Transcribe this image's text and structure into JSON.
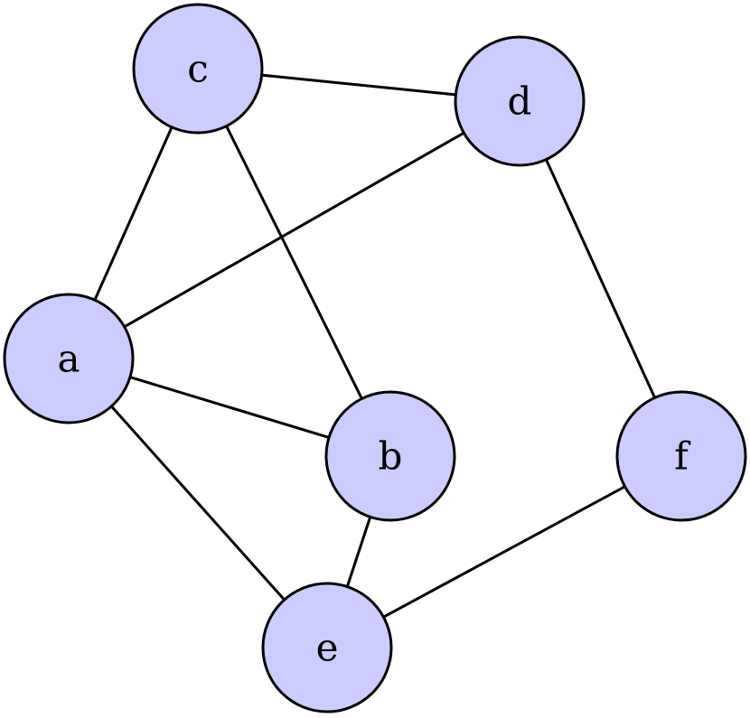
{
  "diagram": {
    "type": "undirected-graph",
    "node_fill": "#ccccff",
    "node_stroke": "#000000",
    "edge_color": "#000000",
    "nodes": [
      {
        "id": "a",
        "label": "a"
      },
      {
        "id": "b",
        "label": "b"
      },
      {
        "id": "c",
        "label": "c"
      },
      {
        "id": "d",
        "label": "d"
      },
      {
        "id": "e",
        "label": "e"
      },
      {
        "id": "f",
        "label": "f"
      }
    ],
    "edges": [
      {
        "from": "c",
        "to": "d"
      },
      {
        "from": "c",
        "to": "a"
      },
      {
        "from": "c",
        "to": "b"
      },
      {
        "from": "d",
        "to": "a"
      },
      {
        "from": "d",
        "to": "f"
      },
      {
        "from": "a",
        "to": "b"
      },
      {
        "from": "a",
        "to": "e"
      },
      {
        "from": "b",
        "to": "e"
      },
      {
        "from": "f",
        "to": "e"
      }
    ]
  }
}
